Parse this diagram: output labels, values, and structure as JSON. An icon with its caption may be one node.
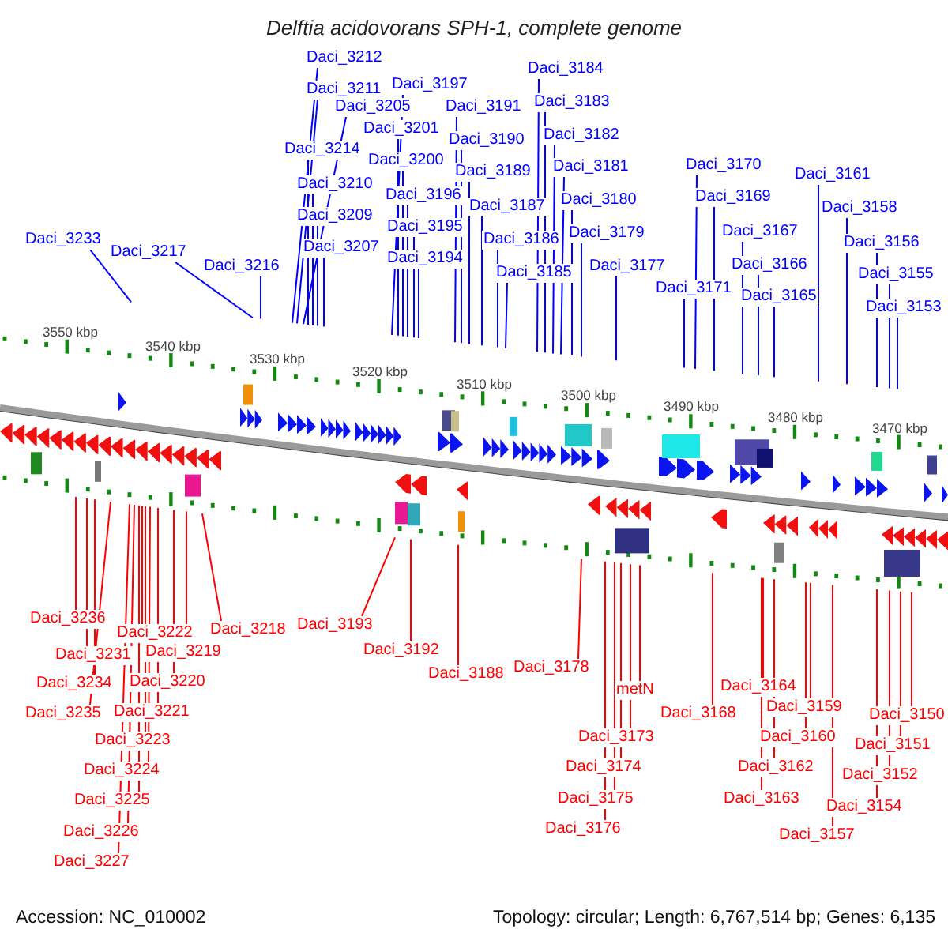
{
  "diagram": {
    "title": "Delftia acidovorans SPH-1, complete genome",
    "nodes": [
      {
        "text": [
          "Daci_3233"
        ]
      },
      {
        "text": [
          "Daci_3217"
        ]
      },
      {
        "text": [
          "Daci_3216"
        ]
      },
      {
        "text": [
          "Daci_3212"
        ]
      },
      {
        "text": [
          "Daci_3211"
        ]
      },
      {
        "text": [
          "Daci_3205"
        ]
      },
      {
        "text": [
          "Daci_3214"
        ]
      },
      {
        "text": [
          "Daci_3210"
        ]
      },
      {
        "text": [
          "Daci_3209"
        ]
      },
      {
        "text": [
          "Daci_3207"
        ]
      },
      {
        "text": [
          "Daci_3197"
        ]
      },
      {
        "text": [
          "Daci_3201"
        ]
      },
      {
        "text": [
          "Daci_3200"
        ]
      },
      {
        "text": [
          "Daci_3196"
        ]
      },
      {
        "text": [
          "Daci_3195"
        ]
      },
      {
        "text": [
          "Daci_3194"
        ]
      },
      {
        "text": [
          "Daci_3191"
        ]
      },
      {
        "text": [
          "Daci_3190"
        ]
      },
      {
        "text": [
          "Daci_3189"
        ]
      },
      {
        "text": [
          "Daci_3187"
        ]
      },
      {
        "text": [
          "Daci_3186"
        ]
      },
      {
        "text": [
          "Daci_3185"
        ]
      },
      {
        "text": [
          "Daci_3184"
        ]
      },
      {
        "text": [
          "Daci_3183"
        ]
      },
      {
        "text": [
          "Daci_3182"
        ]
      },
      {
        "text": [
          "Daci_3181"
        ]
      },
      {
        "text": [
          "Daci_3180"
        ]
      },
      {
        "text": [
          "Daci_3179"
        ]
      },
      {
        "text": [
          "Daci_3177"
        ]
      },
      {
        "text": [
          "Daci_3170"
        ]
      },
      {
        "text": [
          "Daci_3169"
        ]
      },
      {
        "text": [
          "Daci_3171"
        ]
      },
      {
        "text": [
          "Daci_3167"
        ]
      },
      {
        "text": [
          "Daci_3166"
        ]
      },
      {
        "text": [
          "Daci_3165"
        ]
      },
      {
        "text": [
          "Daci_3161"
        ]
      },
      {
        "text": [
          "Daci_3158"
        ]
      },
      {
        "text": [
          "Daci_3156"
        ]
      },
      {
        "text": [
          "Daci_3155"
        ]
      },
      {
        "text": [
          "Daci_3153"
        ]
      },
      {
        "text": [
          "Daci_3236"
        ]
      },
      {
        "text": [
          "Daci_3231"
        ]
      },
      {
        "text": [
          "Daci_3234"
        ]
      },
      {
        "text": [
          "Daci_3235"
        ]
      },
      {
        "text": [
          "Daci_3222"
        ]
      },
      {
        "text": [
          "Daci_3219"
        ]
      },
      {
        "text": [
          "Daci_3220"
        ]
      },
      {
        "text": [
          "Daci_3221"
        ]
      },
      {
        "text": [
          "Daci_3223"
        ]
      },
      {
        "text": [
          "Daci_3224"
        ]
      },
      {
        "text": [
          "Daci_3225"
        ]
      },
      {
        "text": [
          "Daci_3226"
        ]
      },
      {
        "text": [
          "Daci_3227"
        ]
      },
      {
        "text": [
          "Daci_3218"
        ]
      },
      {
        "text": [
          "Daci_3193"
        ]
      },
      {
        "text": [
          "Daci_3192"
        ]
      },
      {
        "text": [
          "Daci_3188"
        ]
      },
      {
        "text": [
          "Daci_3178"
        ]
      },
      {
        "text": [
          "metN"
        ]
      },
      {
        "text": [
          "Daci_3173"
        ]
      },
      {
        "text": [
          "Daci_3174"
        ]
      },
      {
        "text": [
          "Daci_3175"
        ]
      },
      {
        "text": [
          "Daci_3176"
        ]
      },
      {
        "text": [
          "Daci_3168"
        ]
      },
      {
        "text": [
          "Daci_3164"
        ]
      },
      {
        "text": [
          "Daci_3159"
        ]
      },
      {
        "text": [
          "Daci_3160"
        ]
      },
      {
        "text": [
          "Daci_3162"
        ]
      },
      {
        "text": [
          "Daci_3163"
        ]
      },
      {
        "text": [
          "Daci_3157"
        ]
      },
      {
        "text": [
          "Daci_3150"
        ]
      },
      {
        "text": [
          "Daci_3151"
        ]
      },
      {
        "text": [
          "Daci_3152"
        ]
      },
      {
        "text": [
          "Daci_3154"
        ]
      }
    ],
    "edges": [
      {
        "from": 0,
        "to": null,
        "arrow": "none"
      },
      {
        "from": 1,
        "to": null,
        "arrow": "none"
      },
      {
        "from": 2,
        "to": null,
        "arrow": "none"
      },
      {
        "from": 3,
        "to": null,
        "arrow": "none"
      },
      {
        "from": 4,
        "to": null,
        "arrow": "none"
      },
      {
        "from": 5,
        "to": null,
        "arrow": "none"
      },
      {
        "from": 6,
        "to": null,
        "arrow": "none"
      },
      {
        "from": 7,
        "to": null,
        "arrow": "none"
      },
      {
        "from": 8,
        "to": null,
        "arrow": "none"
      },
      {
        "from": 9,
        "to": null,
        "arrow": "none"
      },
      {
        "from": 10,
        "to": null,
        "arrow": "none"
      },
      {
        "from": 11,
        "to": null,
        "arrow": "none"
      },
      {
        "from": 12,
        "to": null,
        "arrow": "none"
      },
      {
        "from": 13,
        "to": null,
        "arrow": "none"
      },
      {
        "from": 14,
        "to": null,
        "arrow": "none"
      },
      {
        "from": 15,
        "to": null,
        "arrow": "none"
      },
      {
        "from": 16,
        "to": null,
        "arrow": "none"
      },
      {
        "from": 17,
        "to": null,
        "arrow": "none"
      },
      {
        "from": 18,
        "to": null,
        "arrow": "none"
      },
      {
        "from": 19,
        "to": null,
        "arrow": "none"
      },
      {
        "from": 20,
        "to": null,
        "arrow": "none"
      },
      {
        "from": 21,
        "to": null,
        "arrow": "none"
      },
      {
        "from": 22,
        "to": null,
        "arrow": "none"
      },
      {
        "from": 23,
        "to": null,
        "arrow": "none"
      },
      {
        "from": 24,
        "to": null,
        "arrow": "none"
      },
      {
        "from": 25,
        "to": null,
        "arrow": "none"
      },
      {
        "from": 26,
        "to": null,
        "arrow": "none"
      },
      {
        "from": 27,
        "to": null,
        "arrow": "none"
      },
      {
        "from": 28,
        "to": null,
        "arrow": "none"
      },
      {
        "from": 29,
        "to": null,
        "arrow": "none"
      },
      {
        "from": 30,
        "to": null,
        "arrow": "none"
      },
      {
        "from": 31,
        "to": null,
        "arrow": "none"
      },
      {
        "from": 32,
        "to": null,
        "arrow": "none"
      },
      {
        "from": 33,
        "to": null,
        "arrow": "none"
      },
      {
        "from": 34,
        "to": null,
        "arrow": "none"
      },
      {
        "from": 35,
        "to": null,
        "arrow": "none"
      },
      {
        "from": 36,
        "to": null,
        "arrow": "none"
      },
      {
        "from": 37,
        "to": null,
        "arrow": "none"
      },
      {
        "from": 38,
        "to": null,
        "arrow": "none"
      },
      {
        "from": 39,
        "to": null,
        "arrow": "none"
      },
      {
        "from": 40,
        "to": null,
        "arrow": "none",
        "color": "#ff0000"
      },
      {
        "from": 41,
        "to": null,
        "arrow": "none",
        "color": "#ff0000"
      },
      {
        "from": 42,
        "to": null,
        "arrow": "none",
        "color": "#ff0000"
      },
      {
        "from": 43,
        "to": null,
        "arrow": "none",
        "color": "#ff0000"
      },
      {
        "from": 44,
        "to": null,
        "arrow": "none",
        "color": "#ff0000"
      },
      {
        "from": 45,
        "to": null,
        "arrow": "none",
        "color": "#ff0000"
      },
      {
        "from": 46,
        "to": null,
        "arrow": "none",
        "color": "#ff0000"
      },
      {
        "from": 47,
        "to": null,
        "arrow": "none",
        "color": "#ff0000"
      },
      {
        "from": 48,
        "to": null,
        "arrow": "none",
        "color": "#ff0000"
      },
      {
        "from": 49,
        "to": null,
        "arrow": "none",
        "color": "#ff0000"
      },
      {
        "from": 50,
        "to": null,
        "arrow": "none",
        "color": "#ff0000"
      },
      {
        "from": 51,
        "to": null,
        "arrow": "none",
        "color": "#ff0000"
      },
      {
        "from": 52,
        "to": null,
        "arrow": "none",
        "color": "#ff0000"
      },
      {
        "from": 53,
        "to": null,
        "arrow": "none",
        "color": "#ff0000"
      },
      {
        "from": 54,
        "to": null,
        "arrow": "none",
        "color": "#ff0000"
      },
      {
        "from": 55,
        "to": null,
        "arrow": "none",
        "color": "#ff0000"
      },
      {
        "from": 56,
        "to": null,
        "arrow": "none",
        "color": "#ff0000"
      },
      {
        "from": 57,
        "to": null,
        "arrow": "none",
        "color": "#ff0000"
      },
      {
        "from": 58,
        "to": null,
        "arrow": "none",
        "color": "#ff0000"
      },
      {
        "from": 59,
        "to": null,
        "arrow": "none",
        "color": "#ff0000"
      },
      {
        "from": 60,
        "to": null,
        "arrow": "none",
        "color": "#ff0000"
      },
      {
        "from": 61,
        "to": null,
        "arrow": "none",
        "color": "#ff0000"
      },
      {
        "from": 62,
        "to": null,
        "arrow": "none",
        "color": "#ff0000"
      },
      {
        "from": 63,
        "to": null,
        "arrow": "none",
        "color": "#ff0000"
      },
      {
        "from": 64,
        "to": null,
        "arrow": "none",
        "color": "#ff0000"
      },
      {
        "from": 65,
        "to": null,
        "arrow": "none",
        "color": "#ff0000"
      },
      {
        "from": 66,
        "to": null,
        "arrow": "none",
        "color": "#ff0000"
      },
      {
        "from": 67,
        "to": null,
        "arrow": "none",
        "color": "#ff0000"
      },
      {
        "from": 68,
        "to": null,
        "arrow": "none",
        "color": "#ff0000"
      },
      {
        "from": 69,
        "to": null,
        "arrow": "none",
        "color": "#ff0000"
      },
      {
        "from": 70,
        "to": null,
        "arrow": "none",
        "color": "#ff0000"
      },
      {
        "from": 71,
        "to": null,
        "arrow": "none",
        "color": "#ff0000"
      },
      {
        "from": 72,
        "to": null,
        "arrow": "none",
        "color": "#ff0000"
      },
      {
        "from": 73,
        "to": null,
        "arrow": "none",
        "color": "#ff0000"
      }
    ],
    "labels": [
      "3550 kbp",
      "3540 kbp",
      "3530 kbp",
      "3520 kbp",
      "3510 kbp",
      "3500 kbp",
      "3490 kbp",
      "3480 kbp",
      "3470 kbp",
      "Accession: NC_010002",
      "Topology: circular; Length: 6,767,514 bp; Genes: 6,135"
    ]
  }
}
